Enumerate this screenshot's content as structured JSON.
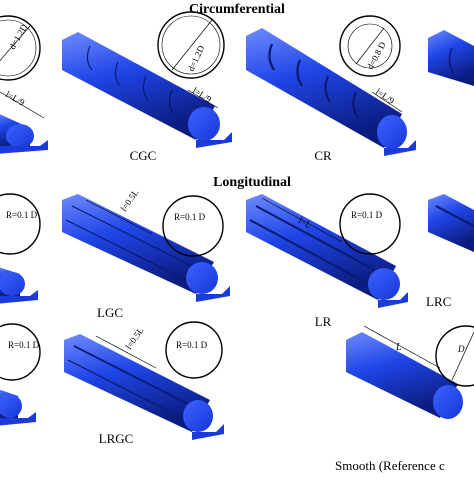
{
  "sections": {
    "circumferential": "Circumferential",
    "longitudinal": "Longitudinal"
  },
  "labels": {
    "cgc": "CGC",
    "cr": "CR",
    "lgc": "LGC",
    "lr": "LR",
    "lrc": "LRC",
    "lrgc": "LRGC",
    "smooth": "Smooth (Reference c"
  },
  "annotations": {
    "d_12": "d=1.2D",
    "d_08": "d=0.8 D",
    "l_9": "l=L/9",
    "r_01": "R=0.1 D",
    "l_05": "l=0.5L",
    "l_l": "l=L",
    "big_l": "L",
    "big_d": "D"
  },
  "colors": {
    "cylinder": "#1f45e6",
    "cylinder_dark": "#0f2596",
    "cylinder_light": "#5c7cff",
    "ink": "#000000"
  }
}
